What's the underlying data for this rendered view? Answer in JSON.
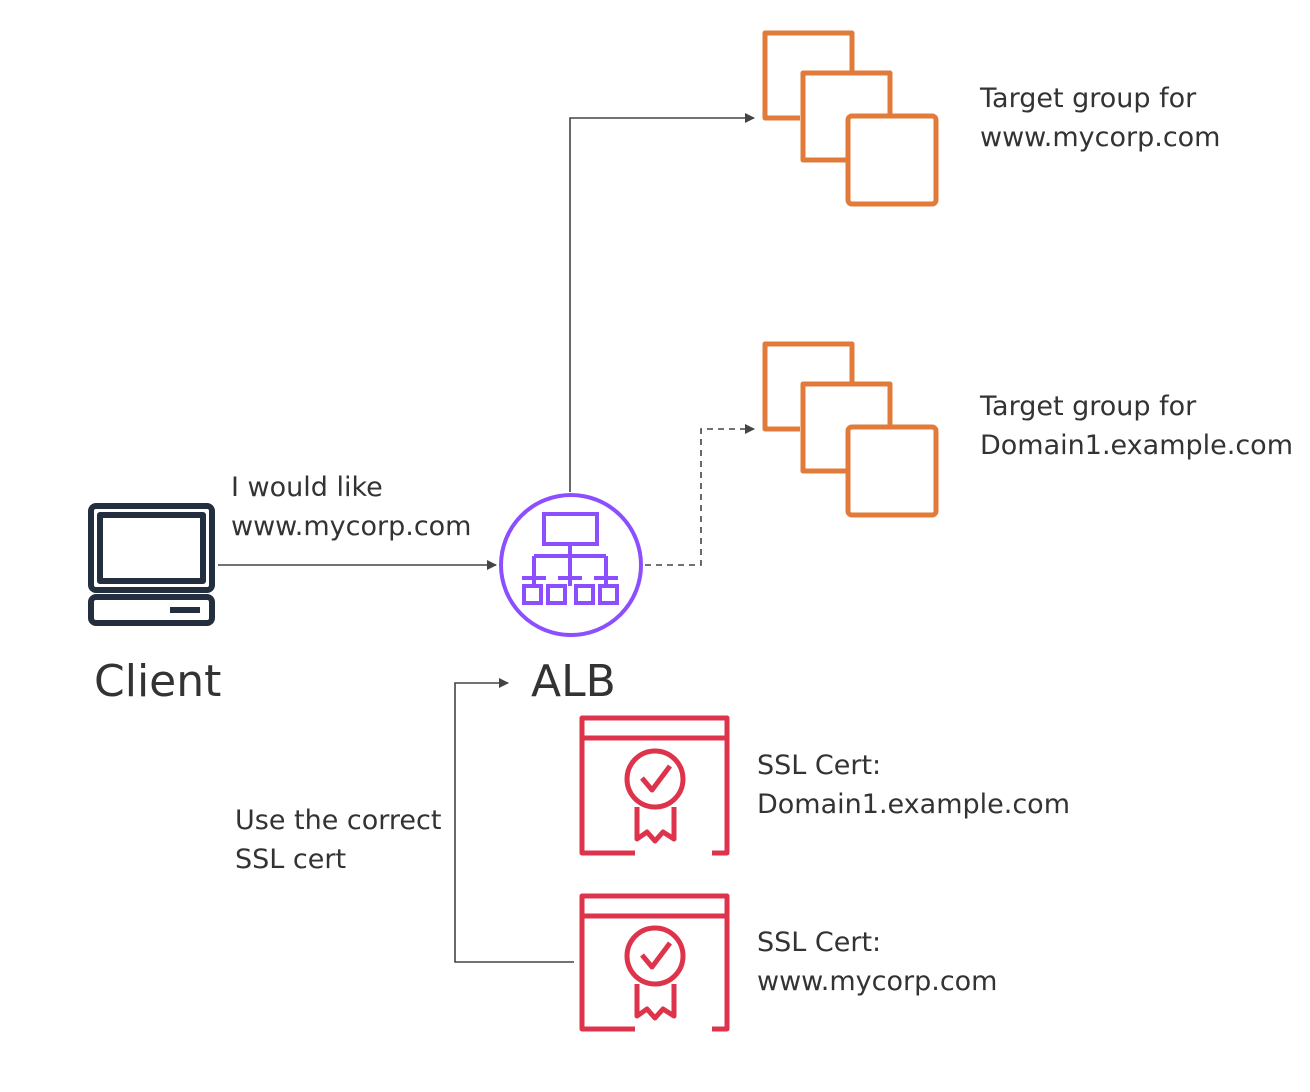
{
  "client": {
    "label": "Client",
    "icon": "laptop-icon"
  },
  "request": {
    "line1": "I would like",
    "line2": "www.mycorp.com"
  },
  "alb": {
    "label": "ALB",
    "icon": "load-balancer-icon"
  },
  "target_groups": [
    {
      "line1": "Target group for",
      "line2": "www.mycorp.com",
      "icon": "target-group-icon",
      "link": "solid"
    },
    {
      "line1": "Target group for",
      "line2": "Domain1.example.com",
      "icon": "target-group-icon",
      "link": "dashed"
    }
  ],
  "cert_note": {
    "line1": "Use the correct",
    "line2": "SSL cert"
  },
  "certs": [
    {
      "line1": "SSL Cert:",
      "line2": "Domain1.example.com",
      "icon": "certificate-icon"
    },
    {
      "line1": "SSL Cert:",
      "line2": "www.mycorp.com",
      "icon": "certificate-icon"
    }
  ],
  "colors": {
    "text": "#333333",
    "arrow": "#444444",
    "client_icon": "#232f3e",
    "alb_icon": "#8c4fff",
    "target_group": "#e07b39",
    "certificate": "#dd344c"
  }
}
